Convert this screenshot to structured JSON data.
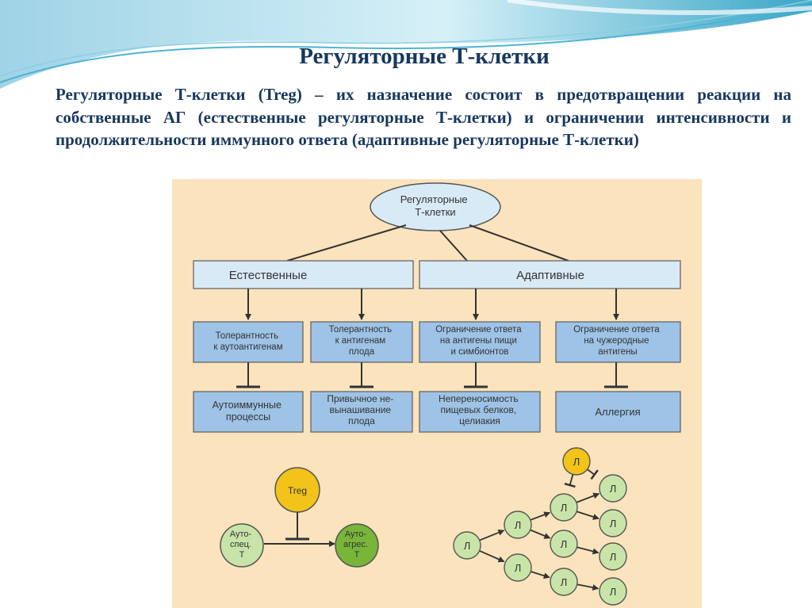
{
  "slide": {
    "title": "Регуляторные Т-клетки",
    "paragraph": "Регуляторные Т-клетки (Treg) – их назначение состоит в предотвращении реакции на собственные АГ (естественные регуляторные Т-клетки) и ограничении интенсивности и продолжительности иммунного ответа (адаптивные регуляторные Т-клетки)"
  },
  "diagram": {
    "root": [
      "Регуляторные",
      "Т-клетки"
    ],
    "branches": [
      "Естественные",
      "Адаптивные"
    ],
    "functions": [
      [
        "Толерантность",
        "к аутоантигенам"
      ],
      [
        "Толерантность",
        "к антигенам",
        "плода"
      ],
      [
        "Ограничение ответа",
        "на антигены пищи",
        "и симбионтов"
      ],
      [
        "Ограничение ответа",
        "на чужеродные",
        "антигены"
      ]
    ],
    "outcomes": [
      [
        "Аутоиммунные",
        "процессы"
      ],
      [
        "Привычное не-",
        "вынашивание",
        "плода"
      ],
      [
        "Непереносимость",
        "пищевых белков,",
        "целиакия"
      ],
      [
        "Аллергия"
      ]
    ],
    "treg_label": "Treg",
    "left_cell": [
      "Ауто-",
      "спец.",
      "Т"
    ],
    "right_cell": [
      "Ауто-",
      "агрес.",
      "Т"
    ],
    "lymph_label": "Л"
  },
  "colors": {
    "title_text": "#17375e",
    "diagram_bg": "#fbe3bd",
    "level1_box": "#d9eaf7",
    "level2_box": "#9ec3e6",
    "treg_fill": "#f2c318",
    "cell_green": "#c9e4a8",
    "cell_dark_green": "#78b539"
  }
}
